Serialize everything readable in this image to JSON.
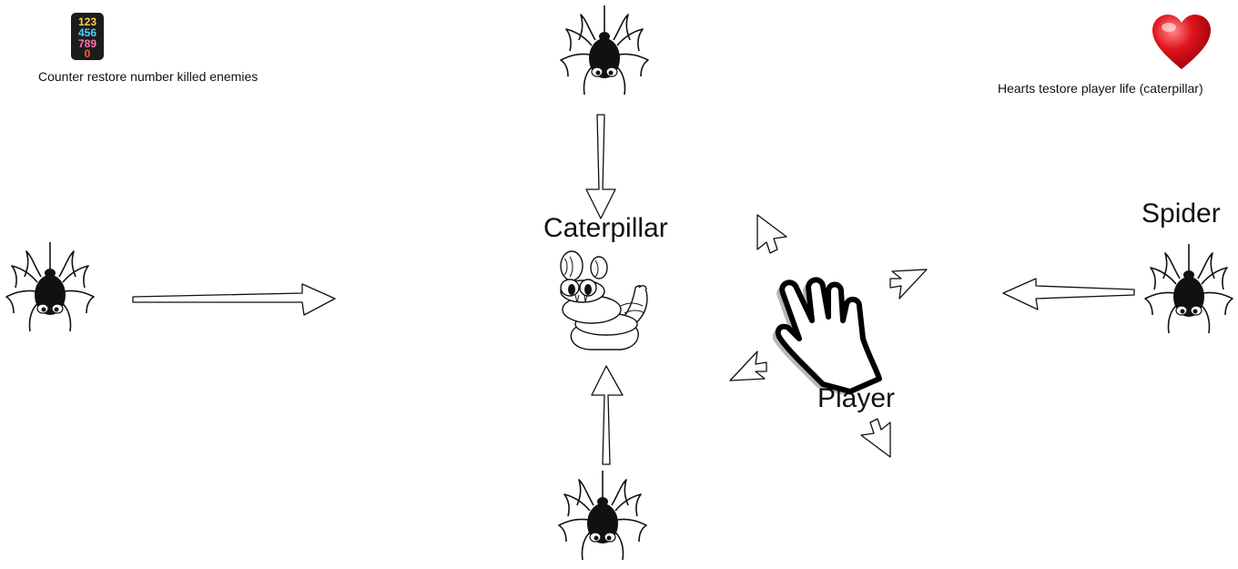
{
  "labels": {
    "counter_caption": "Counter restore number killed enemies",
    "hearts_caption": "Hearts testore player life (caterpillar)",
    "caterpillar": "Caterpillar",
    "player": "Player",
    "spider": "Spider"
  },
  "counter_icon": {
    "rows": [
      "123",
      "456",
      "789",
      "0"
    ]
  },
  "colors": {
    "heart": "#e0141e",
    "stroke": "#111111",
    "counter_bg": "#1c1c1c"
  },
  "icons": {
    "counter": "number-tile-icon",
    "heart": "heart-icon",
    "spider": "spider-icon",
    "caterpillar": "caterpillar-icon",
    "player": "pointing-hand-cursor-icon",
    "arrow": "arrow-icon"
  }
}
